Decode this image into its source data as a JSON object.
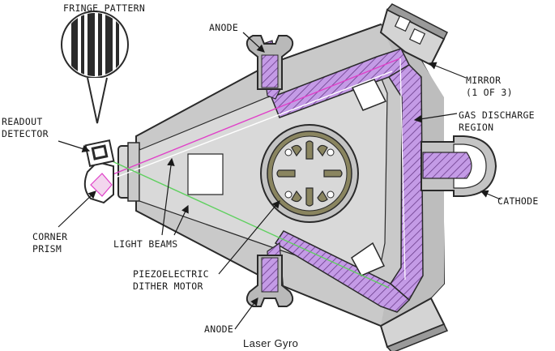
{
  "diagram": {
    "labels": {
      "fringe_pattern": "FRINGE PATTERN",
      "anode_top": "ANODE",
      "mirror_line1": "MIRROR",
      "mirror_line2": "(1 OF 3)",
      "readout_line1": "READOUT",
      "readout_line2": "DETECTOR",
      "gas_line1": "GAS DISCHARGE",
      "gas_line2": "REGION",
      "cathode": "CATHODE",
      "corner_line1": "CORNER",
      "corner_line2": "PRISM",
      "light_beams": "LIGHT BEAMS",
      "piezo_line1": "PIEZOELECTRIC",
      "piezo_line2": "DITHER MOTOR",
      "anode_bottom": "ANODE"
    },
    "caption": "Laser Gyro",
    "colors": {
      "block_gray": "#c9c9c9",
      "bore_gray": "#dcdcdc",
      "discharge_purple": "#b98ee0",
      "hatch": "#6a3c8a",
      "dither_olive": "#8a8560",
      "beam_magenta": "#e040c8",
      "beam_green": "#60d060",
      "outline": "#2a2a2a"
    }
  }
}
